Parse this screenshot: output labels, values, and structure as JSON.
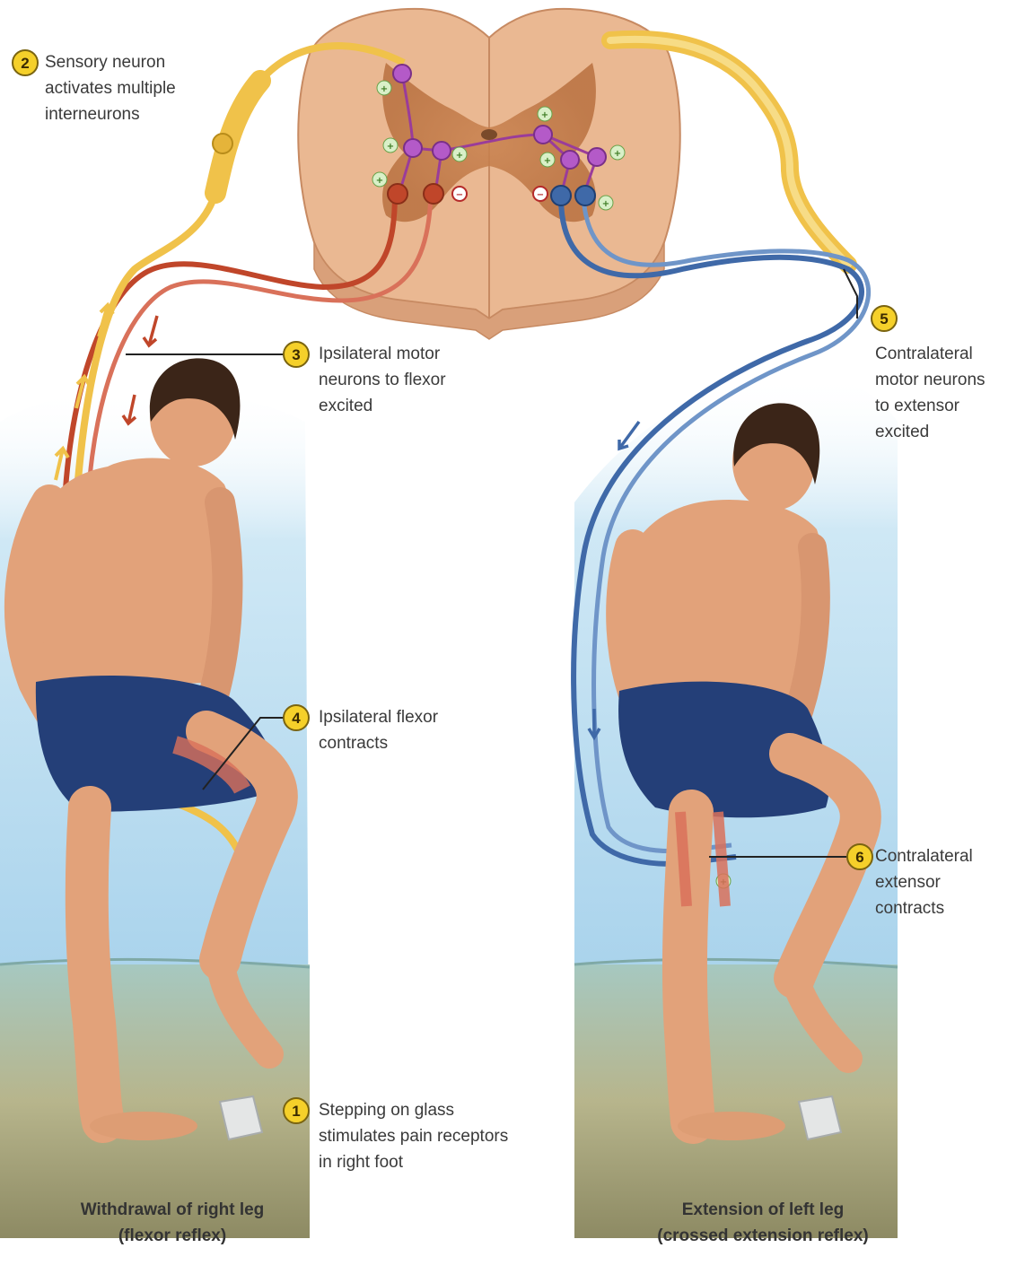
{
  "steps": [
    {
      "number": "1",
      "lines": [
        "Stepping on glass",
        "stimulates pain receptors",
        "in right foot"
      ]
    },
    {
      "number": "2",
      "lines": [
        "Sensory neuron",
        "activates multiple",
        "interneurons"
      ]
    },
    {
      "number": "3",
      "lines": [
        "Ipsilateral motor",
        "neurons to flexor",
        "excited"
      ]
    },
    {
      "number": "4",
      "lines": [
        "Ipsilateral flexor",
        "contracts"
      ]
    },
    {
      "number": "5",
      "lines": [
        "Contralateral",
        "motor neurons",
        "to extensor",
        "excited"
      ]
    },
    {
      "number": "6",
      "lines": [
        "Contralateral",
        "extensor",
        "contracts"
      ]
    }
  ],
  "captions": {
    "left": [
      "Withdrawal of right leg",
      "(flexor reflex)"
    ],
    "right": [
      "Extension of left leg",
      "(crossed extension reflex)"
    ]
  },
  "signs": {
    "excitatory": "+",
    "inhibitory": "−"
  },
  "colors": {
    "sensory": "#f0c24a",
    "flexor_motor": "#c0462a",
    "extensor_motor": "#3f69a8",
    "interneuron": "#b45ac8",
    "spinal_cord": "#e9b48e",
    "badge": "#f5d02a",
    "sky": "#bfe0f2",
    "water": "#9fc3c0",
    "skin": "#e2a27a",
    "shorts": "#243f78"
  }
}
